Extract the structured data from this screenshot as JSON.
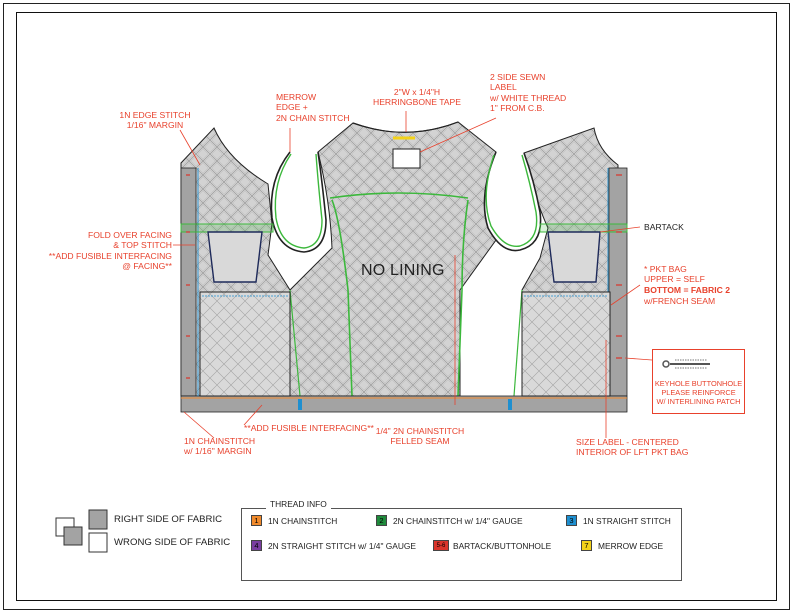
{
  "main": {
    "center_text": "NO LINING"
  },
  "annotations": {
    "edge_stitch": "1N EDGE STITCH\n1/16\" MARGIN",
    "merrow": "MERROW\nEDGE +\n2N CHAIN STITCH",
    "herringbone": "2\"W x 1/4\"H\nHERRINGBONE TAPE",
    "side_sewn_label": "2 SIDE SEWN\nLABEL\nw/ WHITE THREAD\n1\" FROM C.B.",
    "bartack": "BARTACK",
    "fold_over": "FOLD OVER FACING\n& TOP STITCH\n**ADD FUSIBLE INTERFACING\n@ FACING**",
    "pkt_bag_1": "* PKT BAG\nUPPER = SELF",
    "pkt_bag_2": "BOTTOM = FABRIC 2",
    "pkt_bag_3": "w/FRENCH SEAM",
    "keyhole": "KEYHOLE BUTTONHOLE\nPLEASE REINFORCE\nW/ INTERLINING PATCH",
    "add_fusible": "**ADD FUSIBLE INTERFACING**",
    "chainstitch_1n": "1N CHAINSTITCH\nw/ 1/16\" MARGIN",
    "felled_seam": "1/4\" 2N CHAINSTITCH\nFELLED SEAM",
    "size_label": "SIZE LABEL - CENTERED\nINTERIOR OF LFT PKT BAG"
  },
  "fabric_legend": {
    "right_side": "RIGHT SIDE OF FABRIC",
    "wrong_side": "WRONG SIDE OF FABRIC"
  },
  "thread_info": {
    "title": "THREAD INFO",
    "items": [
      {
        "num": "1",
        "label": "1N CHAINSTITCH",
        "color": "#f08a2c"
      },
      {
        "num": "2",
        "label": "2N CHAINSTITCH w/ 1/4\" GAUGE",
        "color": "#1f8a3c"
      },
      {
        "num": "3",
        "label": "1N STRAIGHT STITCH",
        "color": "#1e8fd0"
      },
      {
        "num": "4",
        "label": "2N STRAIGHT STITCH w/ 1/4\" GAUGE",
        "color": "#7a3ea0"
      },
      {
        "num": "5-6",
        "label": "BARTACK/BUTTONHOLE",
        "color": "#d9342b"
      },
      {
        "num": "7",
        "label": "MERROW EDGE",
        "color": "#f3d21a"
      }
    ]
  },
  "colors": {
    "annotation": "#e8412c",
    "fabric_right": "#a3a3a3",
    "fabric_wrong": "#d4d4d4",
    "merrow_green": "#3cb83c",
    "stitch_blue": "#1e8fd0"
  }
}
